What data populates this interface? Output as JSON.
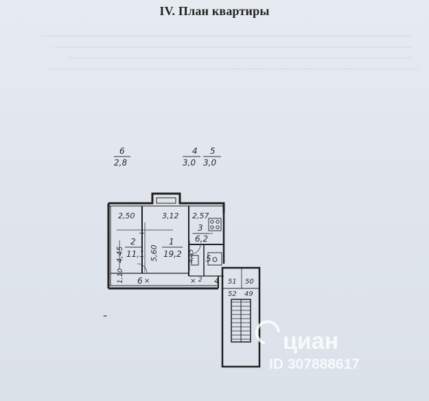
{
  "document": {
    "title": "IV. План квартиры"
  },
  "floors_above": [
    {
      "num": "6",
      "height": "2,8"
    },
    {
      "num": "4",
      "height": "3,0"
    },
    {
      "num": "5",
      "height": "3,0"
    }
  ],
  "rooms": [
    {
      "num": "1",
      "area": "19,2"
    },
    {
      "num": "2",
      "area": "11,1"
    },
    {
      "num": "3",
      "area": "6,2"
    },
    {
      "num": "5",
      "area": ""
    },
    {
      "num": "6",
      "area": ""
    }
  ],
  "dimensions": {
    "d_250": "2,50",
    "d_312": "3,12",
    "d_257": "2,57",
    "d_445": "4,45",
    "d_560": "5,60",
    "d_110": "1,10",
    "d_51": "51",
    "d_50": "50",
    "d_52": "52",
    "d_49": "49",
    "d_4": "4"
  },
  "watermark": {
    "brand": "циан",
    "id": "ID 307888617"
  }
}
